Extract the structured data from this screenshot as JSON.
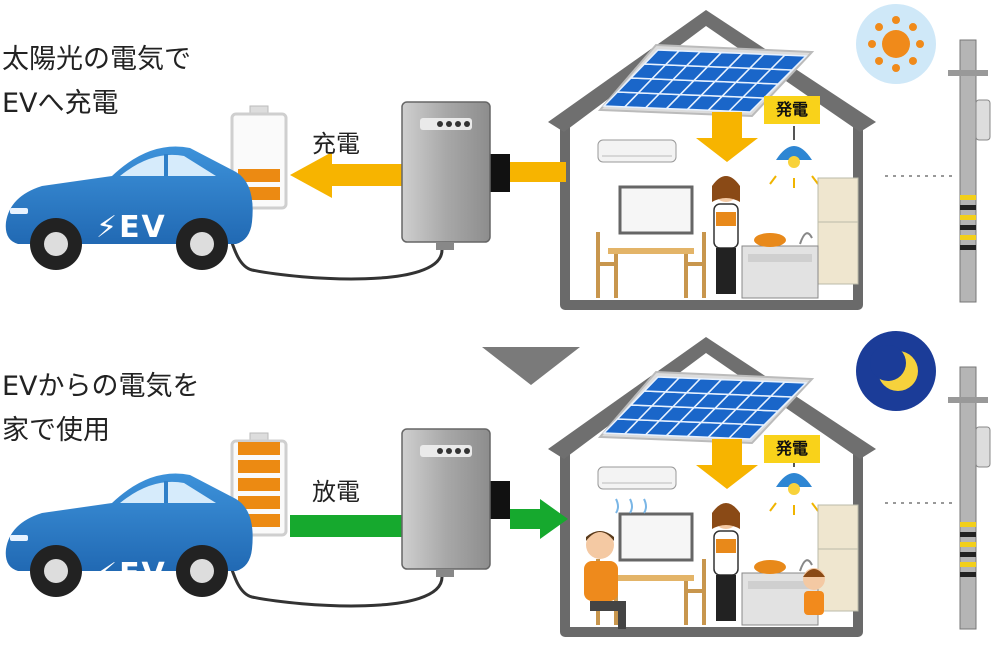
{
  "scenes": [
    {
      "id": "day",
      "caption_line1": "太陽光の電気で",
      "caption_line2": "EVへ充電",
      "flow_label": "充電",
      "roof_label": "発電",
      "ev_label": "⚡EV",
      "battery_level": 0.4,
      "sky_icon": "sun-icon",
      "flow_direction": "to-car",
      "flow_color": "#f7b400"
    },
    {
      "id": "night",
      "caption_line1": "EVからの電気を",
      "caption_line2": "家で使用",
      "flow_label": "放電",
      "roof_label": "発電",
      "ev_label": "⚡EV",
      "battery_level": 1.0,
      "sky_icon": "moon-icon",
      "flow_direction": "to-house",
      "flow_color": "#16a92e"
    }
  ],
  "colors": {
    "car_blue": "#2f7fc8",
    "battery_orange": "#ec8a12",
    "solar_panel": "#1a66c9",
    "house_outline": "#6a6a6a",
    "charger_gray": "#9a9a9a",
    "pole_gray": "#b5b5b5",
    "sun_orange": "#f08a1a",
    "moon_yellow": "#f6d23c",
    "night_sky": "#1b3c98"
  }
}
